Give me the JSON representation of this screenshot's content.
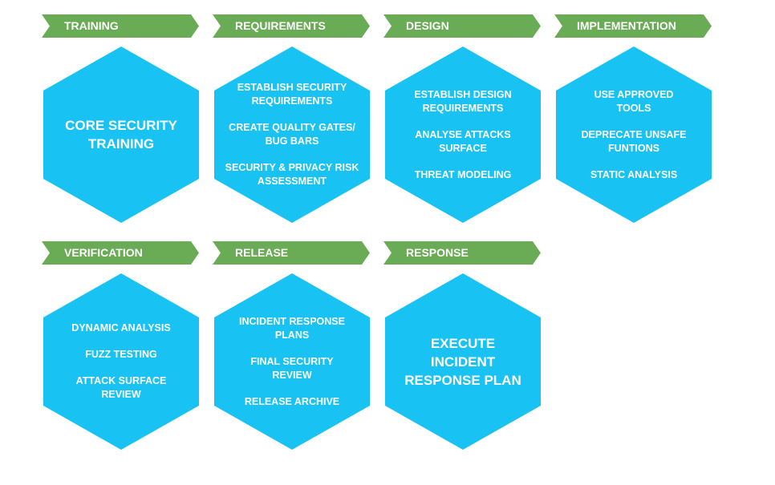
{
  "colors": {
    "banner": "#6aab55",
    "hexagon": "#18c2f2",
    "text": "#ffffff"
  },
  "phases": [
    {
      "title": "TRAINING",
      "large": true,
      "items": [
        "CORE SECURITY\nTRAINING"
      ]
    },
    {
      "title": "REQUIREMENTS",
      "large": false,
      "items": [
        "ESTABLISH SECURITY\nREQUIREMENTS",
        "CREATE QUALITY GATES/\nBUG BARS",
        "SECURITY & PRIVACY RISK\nASSESSMENT"
      ]
    },
    {
      "title": "DESIGN",
      "large": false,
      "items": [
        "ESTABLISH DESIGN\nREQUIREMENTS",
        "ANALYSE ATTACKS SURFACE",
        "THREAT MODELING"
      ]
    },
    {
      "title": "IMPLEMENTATION",
      "large": false,
      "items": [
        "USE APPROVED\nTOOLS",
        "DEPRECATE UNSAFE\nFUNTIONS",
        "STATIC ANALYSIS"
      ]
    },
    {
      "title": "VERIFICATION",
      "large": false,
      "items": [
        "DYNAMIC ANALYSIS",
        "FUZZ TESTING",
        "ATTACK SURFACE\nREVIEW"
      ]
    },
    {
      "title": "RELEASE",
      "large": false,
      "items": [
        "INCIDENT RESPONSE\nPLANS",
        "FINAL SECURITY\nREVIEW",
        "RELEASE ARCHIVE"
      ]
    },
    {
      "title": "RESPONSE",
      "large": true,
      "items": [
        "EXECUTE\nINCIDENT\nRESPONSE PLAN"
      ]
    }
  ]
}
